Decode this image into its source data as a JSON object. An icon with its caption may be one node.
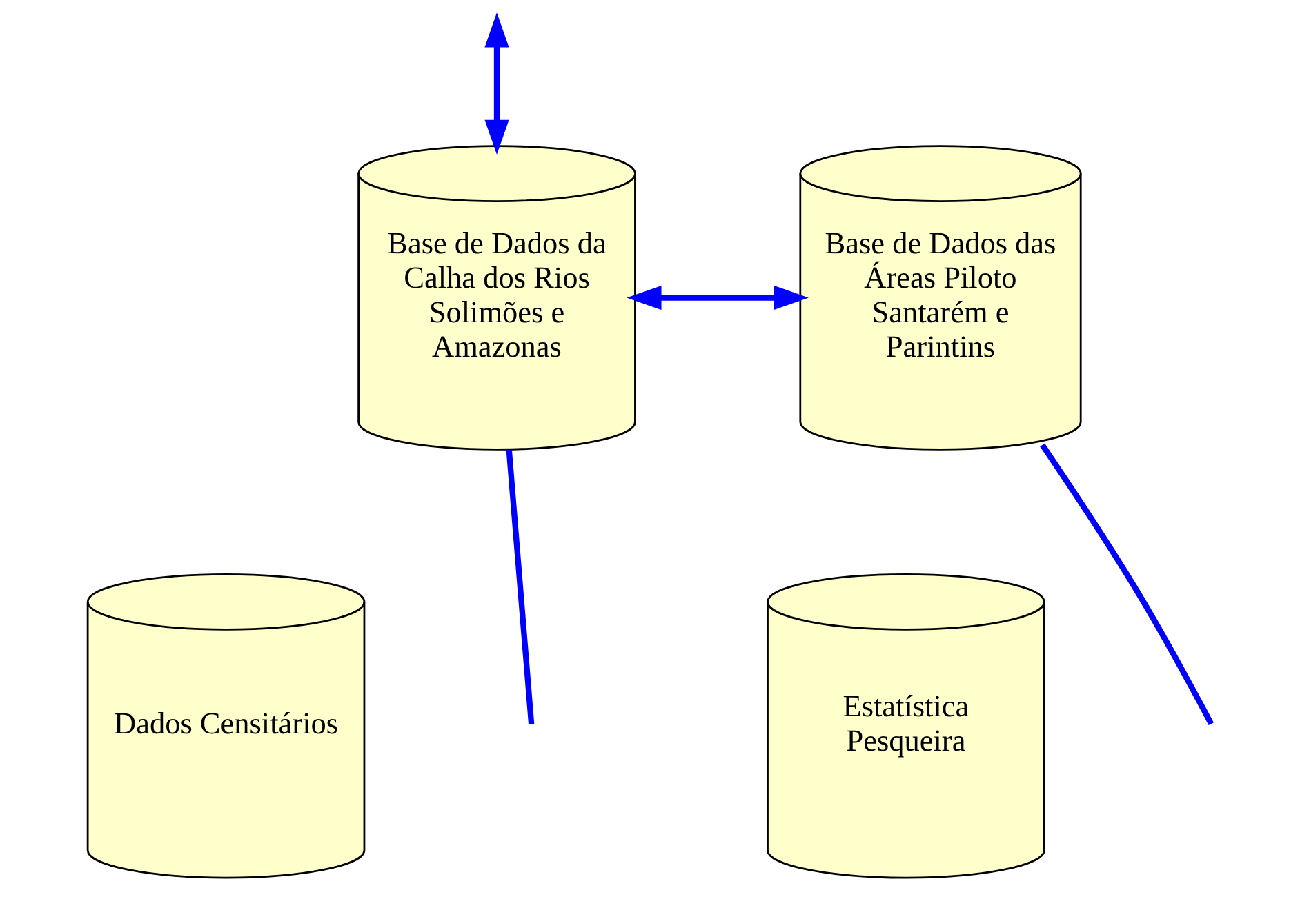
{
  "diagram": {
    "nodes": [
      {
        "text": [
          "Base de Dados da Calha dos Rios Solimões e Amazonas"
        ]
      },
      {
        "text": [
          "Base de Dados das Áreas Piloto Santarém e Parintins"
        ]
      },
      {
        "text": [
          "Dados Censitários"
        ]
      },
      {
        "text": [
          "Estatística Pesqueira"
        ]
      }
    ],
    "edges": [
      {
        "from": 0,
        "to": 1,
        "arrow": "both"
      },
      {
        "from": 0,
        "to": null,
        "arrow": "none"
      },
      {
        "from": null,
        "to": 0,
        "arrow": "both"
      },
      {
        "from": 1,
        "to": null,
        "arrow": "none"
      }
    ]
  }
}
